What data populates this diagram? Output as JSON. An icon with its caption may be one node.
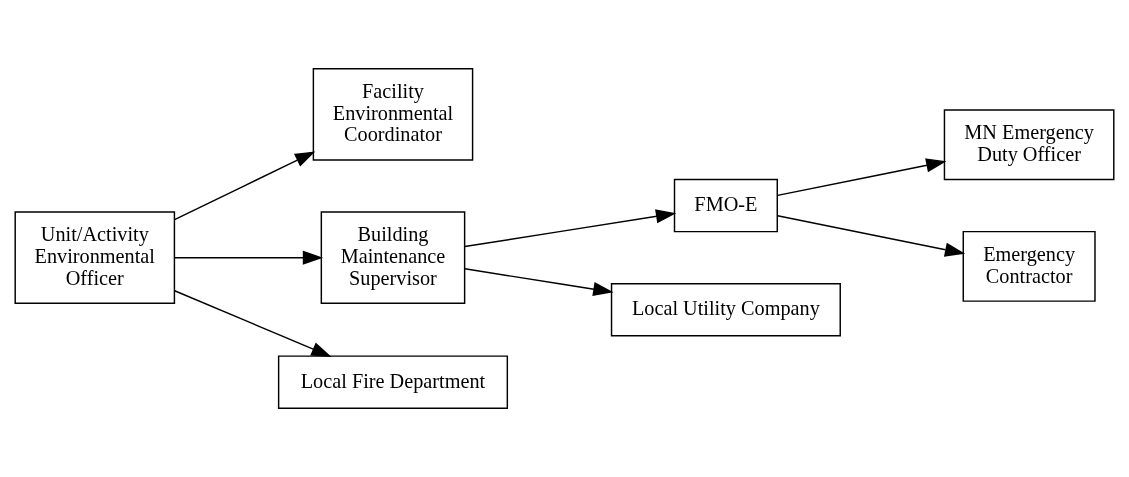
{
  "diagram": {
    "nodes": [
      {
        "text": [
          "Unit/Activity Environmental Officer"
        ]
      },
      {
        "text": [
          "Facility Environmental Coordinator"
        ]
      },
      {
        "text": [
          "Building Maintenance Supervisor"
        ]
      },
      {
        "text": [
          "FMO-E"
        ]
      },
      {
        "text": [
          "MN Emergency Duty Officer"
        ]
      },
      {
        "text": [
          "Local Fire Department"
        ]
      },
      {
        "text": [
          "Local Utility Company"
        ]
      },
      {
        "text": [
          "Emergency Contractor"
        ]
      }
    ],
    "edges": [
      {
        "from": 0,
        "to": 1,
        "arrow": "to"
      },
      {
        "from": 0,
        "to": 2,
        "arrow": "to"
      },
      {
        "from": 0,
        "to": 5,
        "arrow": "to"
      },
      {
        "from": 2,
        "to": 3,
        "arrow": "to"
      },
      {
        "from": 2,
        "to": 6,
        "arrow": "to"
      },
      {
        "from": 3,
        "to": 4,
        "arrow": "to"
      },
      {
        "from": 3,
        "to": 7,
        "arrow": "to"
      }
    ]
  }
}
